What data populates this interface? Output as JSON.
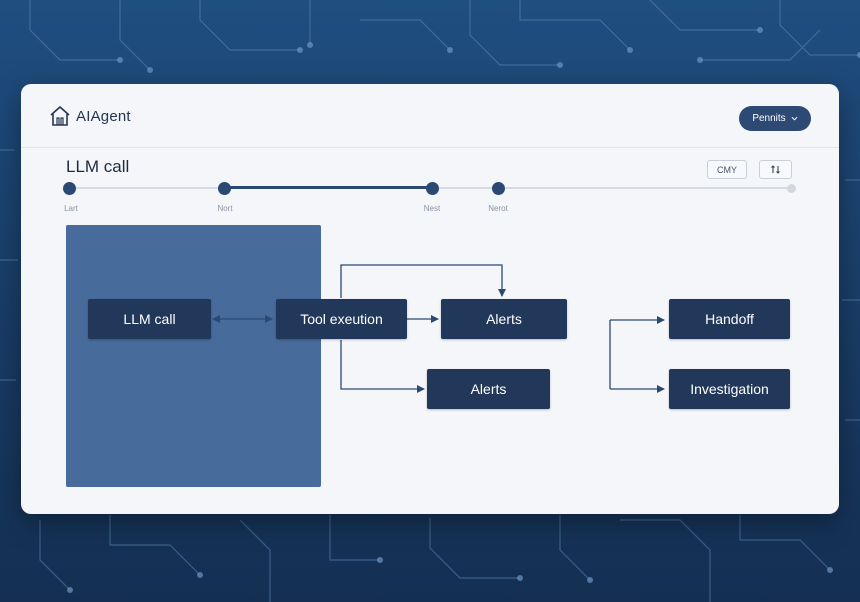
{
  "app": {
    "name": "AIAgent",
    "logo_icon": "house-icon"
  },
  "header": {
    "permissions_label": "Pennits",
    "permissions_icon": "chevron-down-icon"
  },
  "section": {
    "title": "LLM call"
  },
  "toolbar": {
    "btn1_label": "CMY",
    "btn2_icon": "sort-icon"
  },
  "timeline": {
    "steps": [
      {
        "label": "Lart"
      },
      {
        "label": "Nort"
      },
      {
        "label": "Nest"
      },
      {
        "label": "Nerot"
      }
    ]
  },
  "flow": {
    "nodes": {
      "llm_call": "LLM call",
      "tool_execution": "Tool exeution",
      "alerts_top": "Alerts",
      "alerts_bottom": "Alerts",
      "handoff": "Handoff",
      "investigation": "Investigation"
    }
  },
  "colors": {
    "background": "#1f4e80",
    "panel": "#f4f6fa",
    "node_fill": "#21385a",
    "block_fill": "#476b9b",
    "accent": "#2c4a73"
  }
}
